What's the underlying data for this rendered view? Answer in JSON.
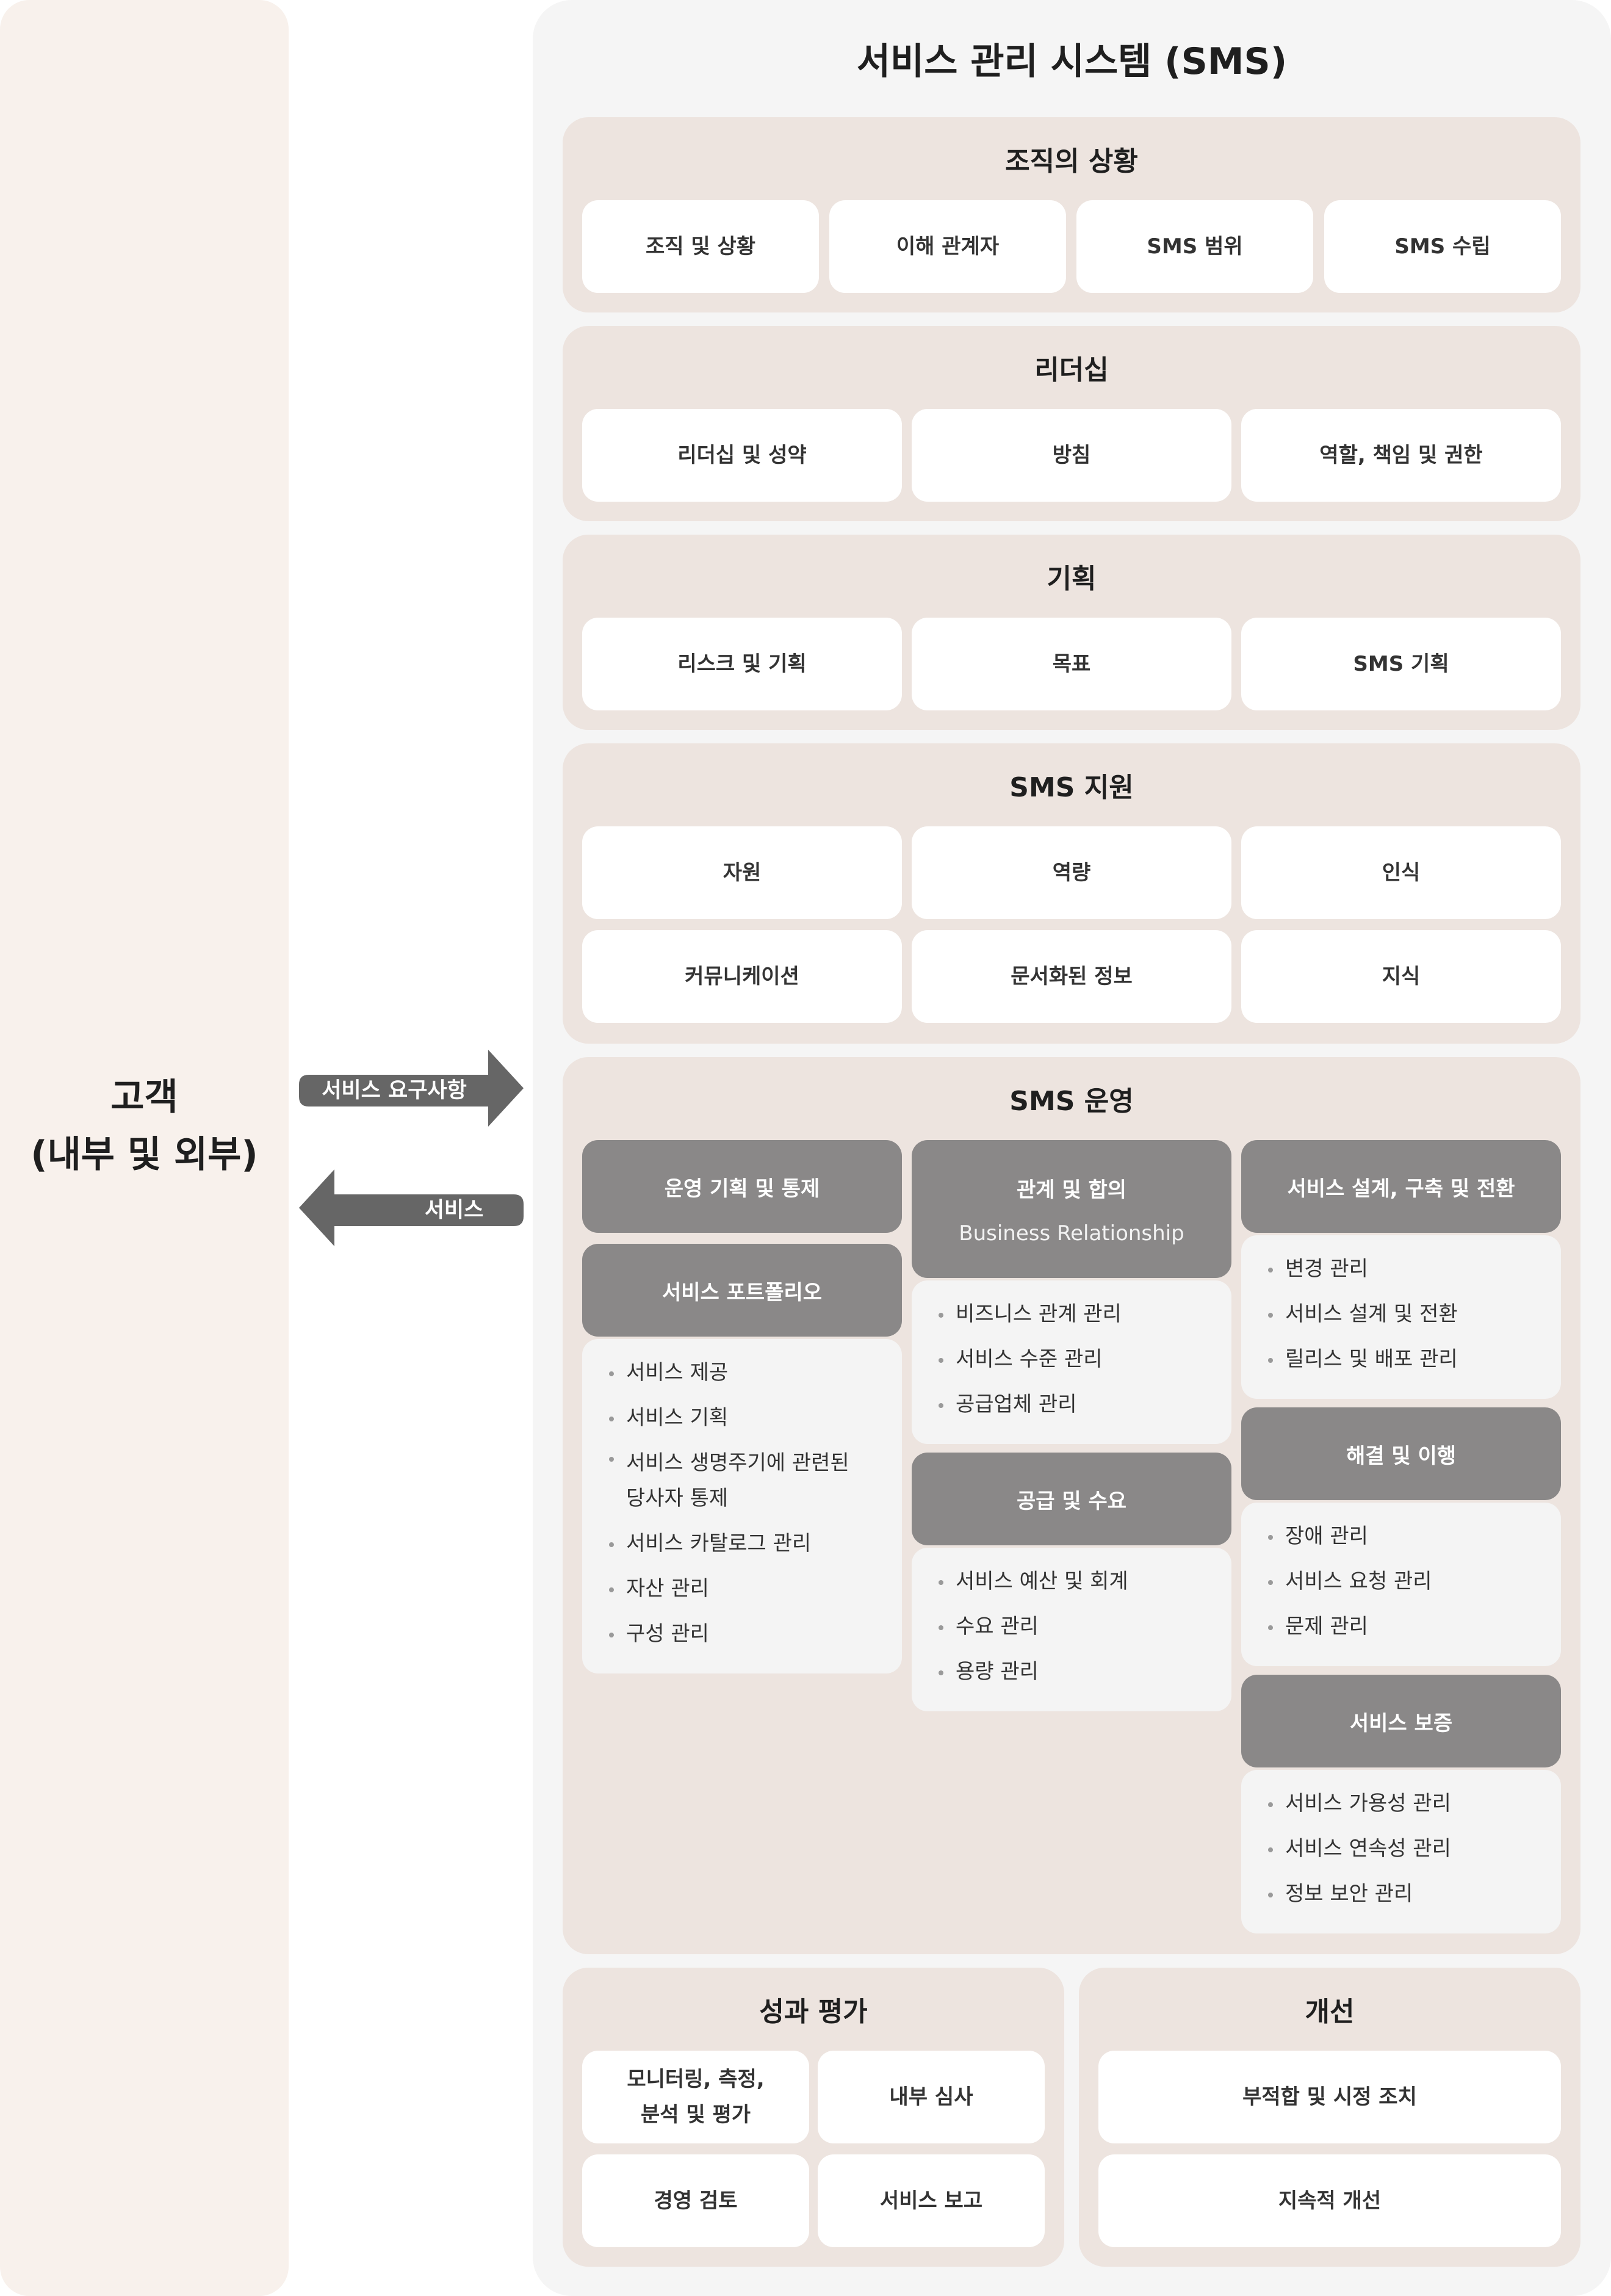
{
  "customer": {
    "line1": "고객",
    "line2": "(내부 및 외부)"
  },
  "arrows": {
    "requirements": "서비스 요구사항",
    "service": "서비스"
  },
  "sms": {
    "title": "서비스 관리 시스템 (SMS)",
    "context": {
      "title": "조직의 상황",
      "items": [
        "조직 및 상황",
        "이해 관계자",
        "SMS 범위",
        "SMS 수립"
      ]
    },
    "leadership": {
      "title": "리더십",
      "items": [
        "리더십 및 성약",
        "방침",
        "역할, 책임 및 권한"
      ]
    },
    "planning": {
      "title": "기획",
      "items": [
        "리스크 및 기획",
        "목표",
        "SMS 기획"
      ]
    },
    "support": {
      "title": "SMS 지원",
      "items": [
        "자원",
        "역량",
        "인식",
        "커뮤니케이션",
        "문서화된 정보",
        "지식"
      ]
    },
    "operation": {
      "title": "SMS 운영",
      "col1": {
        "head1": "운영 기획 및 통제",
        "head2": "서비스 포트폴리오",
        "list": [
          "서비스 제공",
          "서비스 기획",
          "서비스 생명주기에 관련된 당사자 통제",
          "서비스 카탈로그 관리",
          "자산 관리",
          "구성 관리"
        ]
      },
      "col2": {
        "head1": "관계 및 합의",
        "head1_sub": "Business Relationship",
        "list1": [
          "비즈니스 관계 관리",
          "서비스 수준 관리",
          "공급업체 관리"
        ],
        "head2": "공급 및 수요",
        "list2": [
          "서비스 예산 및 회계",
          "수요 관리",
          "용량 관리"
        ]
      },
      "col3": {
        "head1": "서비스 설계, 구축 및 전환",
        "list1": [
          "변경 관리",
          "서비스 설계 및 전환",
          "릴리스 및 배포 관리"
        ],
        "head2": "해결 및 이행",
        "list2": [
          "장애 관리",
          "서비스 요청 관리",
          "문제 관리"
        ],
        "head3": "서비스 보증",
        "list3": [
          "서비스 가용성 관리",
          "서비스 연속성 관리",
          "정보 보안 관리"
        ]
      }
    },
    "evaluation": {
      "title": "성과 평가",
      "items": [
        "모니터링, 측정,",
        "분석 및 평가",
        "내부 심사",
        "경영 검토",
        "서비스 보고"
      ]
    },
    "improvement": {
      "title": "개선",
      "items": [
        "부적합 및 시정 조치",
        "지속적 개선"
      ]
    }
  },
  "colors": {
    "customer_bg": "#f8f1ec",
    "sms_bg": "#f5f5f5",
    "section_bg": "#ede4df",
    "dark_head": "#8a8888",
    "arrow": "#666666"
  }
}
